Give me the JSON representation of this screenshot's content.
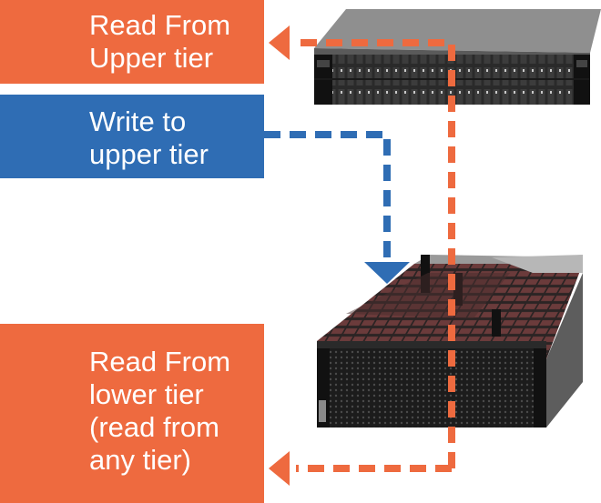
{
  "colors": {
    "orange": "#EE6A3F",
    "blue": "#2F6DB4",
    "server_dark": "#1a1a1a",
    "server_metal": "#9a9a9a"
  },
  "labels": {
    "read_upper": [
      "Read From",
      "Upper tier"
    ],
    "write_upper": [
      "Write to",
      "upper tier"
    ],
    "read_lower": [
      "Read From",
      "lower tier",
      "(read from",
      "any tier)"
    ]
  },
  "images": {
    "upper_server": "2U rack server with front drive bays",
    "lower_server": "4U top-loading JBOD storage enclosure with open lid"
  }
}
